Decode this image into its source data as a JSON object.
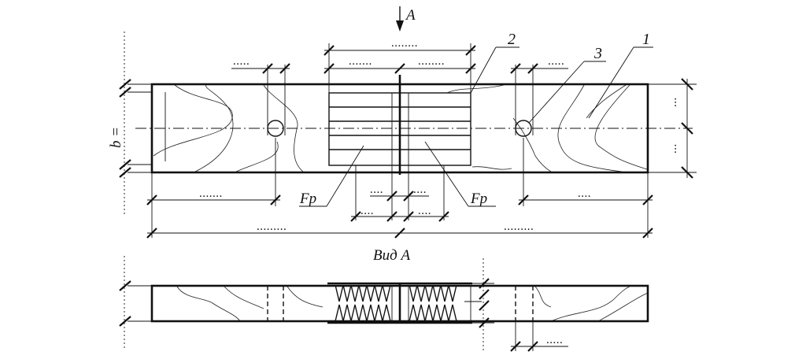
{
  "labels": {
    "view_arrow": "A",
    "view_title": "Вид A",
    "width_symbol": "b =",
    "force_left": "Fp",
    "force_right": "Fp",
    "part_1": "1",
    "part_2": "2",
    "part_3": "3"
  },
  "dims": {
    "overlay_total": "........",
    "overlay_left": ".......",
    "overlay_right": "........",
    "hole_left_gap": ".....",
    "hole_right_gap": ".....",
    "center_left": "....",
    "center_right": "....",
    "lower_left": "....",
    "lower_right": "....",
    "left_to_hole": ".......",
    "right_to_hole": "....",
    "half_left": ".........",
    "half_right": ".........",
    "edge_top": "...",
    "edge_bottom": "...",
    "width_value": "........",
    "plan_hole_gap": ".....",
    "plan_left_dots": "........",
    "plan_right_dots": "....."
  }
}
